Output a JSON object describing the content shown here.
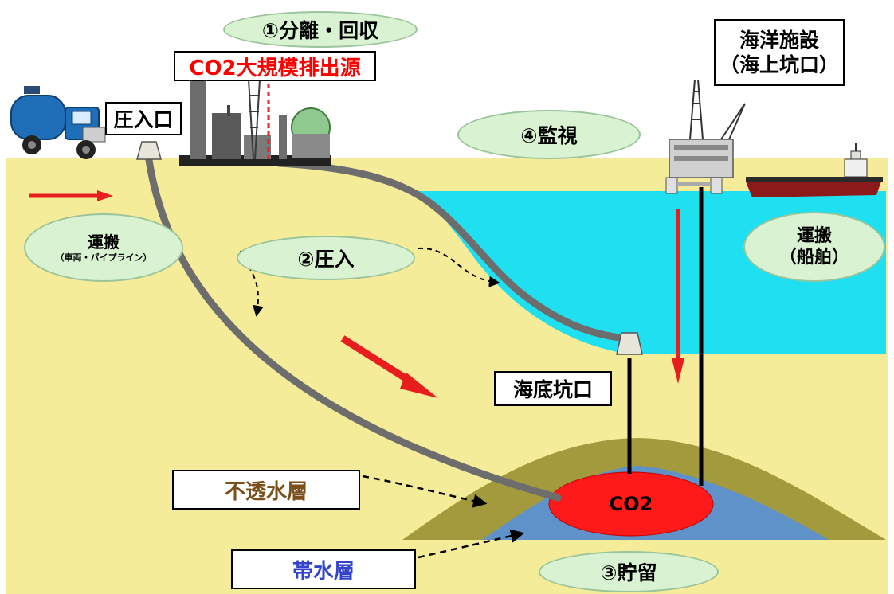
{
  "labels": {
    "separation": "①分離・回収",
    "emission_source": "CO2大規模排出源",
    "injection_well": "圧入口",
    "monitoring": "④監視",
    "offshore_facility_line1": "海洋施設",
    "offshore_facility_line2": "（海上坑口）",
    "transport_land_line1": "運搬",
    "transport_land_line2": "（車両・パイプライン）",
    "injection": "②圧入",
    "transport_sea_line1": "運搬",
    "transport_sea_line2": "（船舶）",
    "seabed_wellhead": "海底坑口",
    "caprock": "不透水層",
    "aquifer": "帯水層",
    "storage": "③貯留",
    "co2_reservoir": "CO2"
  },
  "colors": {
    "land": "#f5ec9a",
    "sea": "#1ee0f0",
    "caprock": "#a39a3e",
    "aquifer": "#5e92c8",
    "co2": "#ff1a1a",
    "arrow": "#e81e1e",
    "pipe": "#6d6d6d",
    "emission_text": "#ff0000",
    "caprock_text": "#7a4f1a",
    "aquifer_text": "#3344cc",
    "ellipse_fill": "#d8f2d2"
  },
  "icons": [
    "tank-truck-icon",
    "factory-plant-icon",
    "offshore-platform-icon",
    "ship-icon",
    "wellhead-icon"
  ]
}
